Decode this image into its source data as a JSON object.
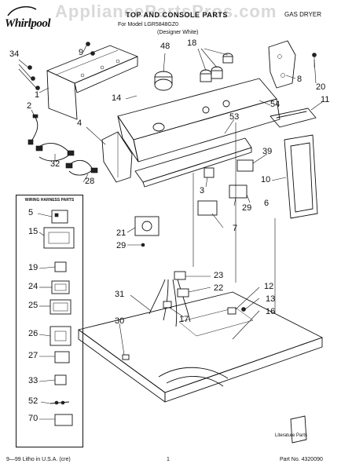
{
  "header": {
    "brand": "Whirlpool",
    "title": "TOP AND CONSOLE PARTS",
    "model": "For Model LGR5848GZ0",
    "finish": "(Designer White)",
    "appliance_type": "GAS DRYER",
    "watermark": "AppliancePartsPros.com"
  },
  "callouts": [
    {
      "id": "c34",
      "text": "34"
    },
    {
      "id": "c9",
      "text": "9"
    },
    {
      "id": "c1",
      "text": "1"
    },
    {
      "id": "c48",
      "text": "48"
    },
    {
      "id": "c18",
      "text": "18"
    },
    {
      "id": "c8",
      "text": "8"
    },
    {
      "id": "c20",
      "text": "20"
    },
    {
      "id": "c2",
      "text": "2"
    },
    {
      "id": "c14",
      "text": "14"
    },
    {
      "id": "c54",
      "text": "54"
    },
    {
      "id": "c11",
      "text": "11"
    },
    {
      "id": "c53",
      "text": "53"
    },
    {
      "id": "c4",
      "text": "4"
    },
    {
      "id": "c39",
      "text": "39"
    },
    {
      "id": "c32",
      "text": "32"
    },
    {
      "id": "c10",
      "text": "10"
    },
    {
      "id": "c28",
      "text": "28"
    },
    {
      "id": "c3",
      "text": "3"
    },
    {
      "id": "c29a",
      "text": "29"
    },
    {
      "id": "c6",
      "text": "6"
    },
    {
      "id": "c7",
      "text": "7"
    },
    {
      "id": "c21",
      "text": "21"
    },
    {
      "id": "c29b",
      "text": "29"
    },
    {
      "id": "c23",
      "text": "23"
    },
    {
      "id": "c22",
      "text": "22"
    },
    {
      "id": "c12",
      "text": "12"
    },
    {
      "id": "c13",
      "text": "13"
    },
    {
      "id": "c31",
      "text": "31"
    },
    {
      "id": "c17",
      "text": "17"
    },
    {
      "id": "c16",
      "text": "16"
    },
    {
      "id": "c30",
      "text": "30"
    }
  ],
  "wiring_box": {
    "title": "WIRING HARNESS PARTS",
    "items": [
      {
        "id": "w5",
        "text": "5"
      },
      {
        "id": "w15",
        "text": "15"
      },
      {
        "id": "w19",
        "text": "19"
      },
      {
        "id": "w24",
        "text": "24"
      },
      {
        "id": "w25",
        "text": "25"
      },
      {
        "id": "w26",
        "text": "26"
      },
      {
        "id": "w27",
        "text": "27"
      },
      {
        "id": "w33",
        "text": "33"
      },
      {
        "id": "w52",
        "text": "52"
      },
      {
        "id": "w70",
        "text": "70"
      }
    ]
  },
  "literature_label": "Literature Parts",
  "footer": {
    "left": "9—99 Litho in U.S.A. (cre)",
    "center": "1",
    "right": "Part No. 4320090"
  }
}
